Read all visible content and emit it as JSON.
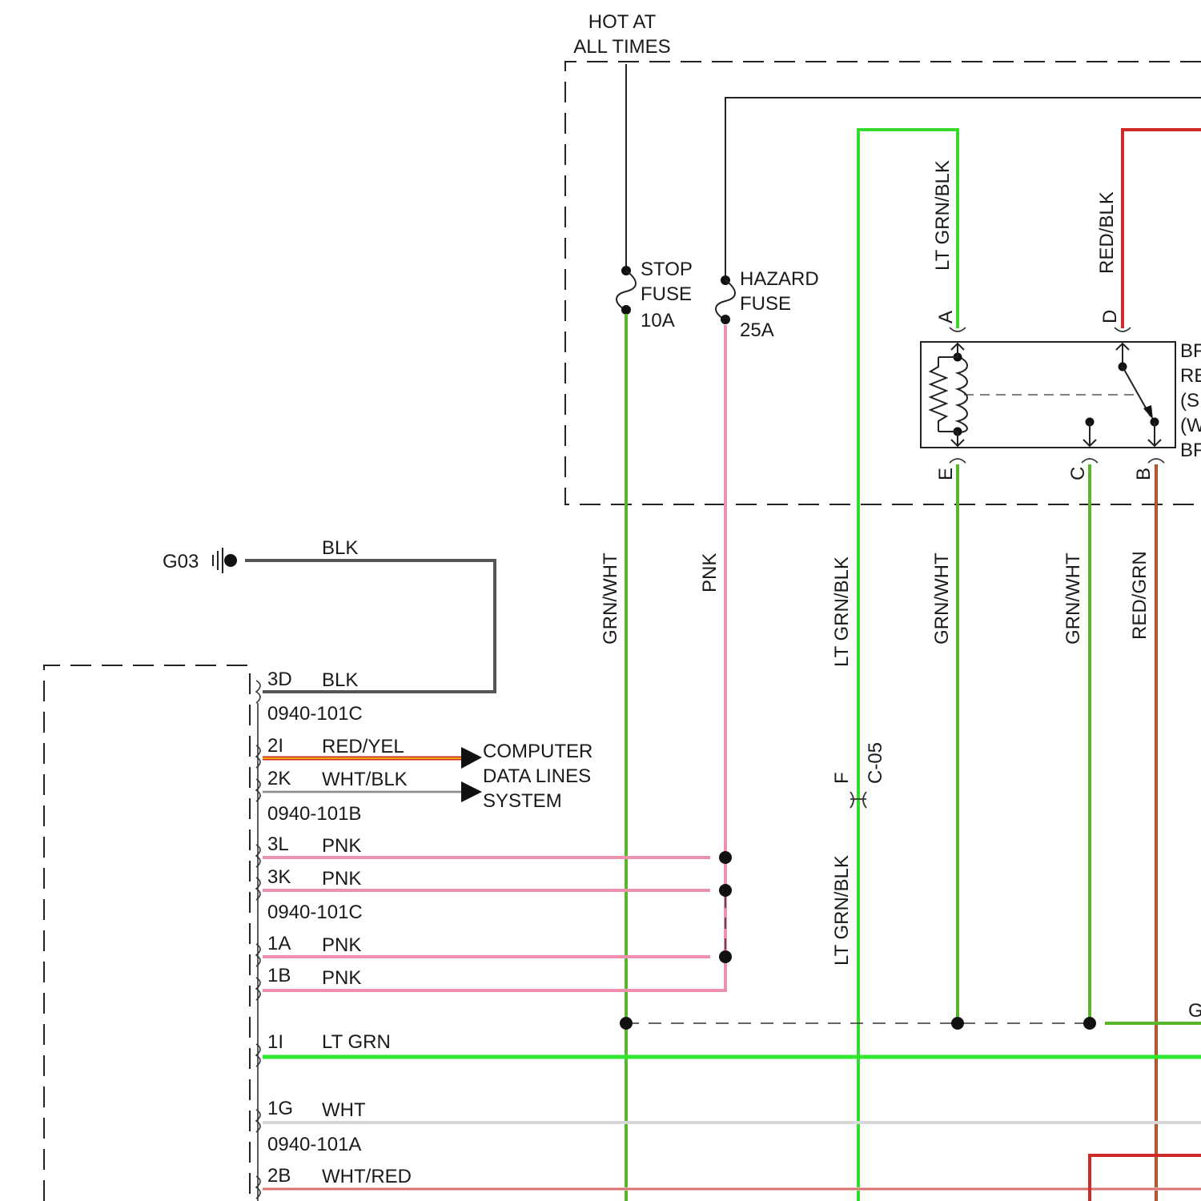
{
  "colors": {
    "grn_wht": "#58b62a",
    "lt_grn": "#2ee62e",
    "pnk": "#ef8fae",
    "red": "#cf2a2a",
    "blk": "#555555",
    "wht": "#d6d6d6",
    "yel": "#ffd200",
    "black": "#222222"
  },
  "power_label": {
    "line1": "HOT AT",
    "line2": "ALL TIMES"
  },
  "fuses": {
    "stop": {
      "line1": "STOP",
      "line2": "FUSE",
      "line3": "10A"
    },
    "hazard": {
      "line1": "HAZARD",
      "line2": "FUSE",
      "line3": "25A"
    }
  },
  "vertical_wires": {
    "grn_wht_1": "GRN/WHT",
    "pnk": "PNK",
    "lt_grn_blk_upper": "LT GRN/BLK",
    "lt_grn_blk_relay": "LT GRN/BLK",
    "red_blk": "RED/BLK",
    "lt_grn_blk_mid": "LT GRN/BLK",
    "lt_grn_blk_lower": "LT GRN/BLK",
    "grn_wht_e": "GRN/WHT",
    "grn_wht_c": "GRN/WHT",
    "red_grn": "RED/GRN"
  },
  "relay": {
    "pins": {
      "a": "A",
      "d": "D",
      "e": "E",
      "c": "C",
      "b": "B"
    },
    "label_partial": [
      "BF",
      "RE",
      "(S",
      "(W",
      "BF"
    ]
  },
  "connector_c05": {
    "name": "C-05",
    "pin": "F"
  },
  "ground": {
    "name": "G03",
    "wire": "BLK"
  },
  "module_pins": [
    {
      "pin": "3D",
      "wire": "BLK"
    },
    {
      "pin": "2I",
      "wire": "RED/YEL"
    },
    {
      "pin": "2K",
      "wire": "WHT/BLK"
    },
    {
      "pin": "3L",
      "wire": "PNK"
    },
    {
      "pin": "3K",
      "wire": "PNK"
    },
    {
      "pin": "1A",
      "wire": "PNK"
    },
    {
      "pin": "1B",
      "wire": "PNK"
    },
    {
      "pin": "1I",
      "wire": "LT GRN"
    },
    {
      "pin": "1G",
      "wire": "WHT"
    },
    {
      "pin": "2B",
      "wire": "WHT/RED"
    }
  ],
  "module_connectors": {
    "c_top": "0940-101C",
    "b": "0940-101B",
    "c_mid": "0940-101C",
    "a": "0940-101A"
  },
  "computer_data_lines": {
    "line1": "COMPUTER",
    "line2": "DATA LINES",
    "line3": "SYSTEM"
  },
  "splice_partial_label": "G"
}
